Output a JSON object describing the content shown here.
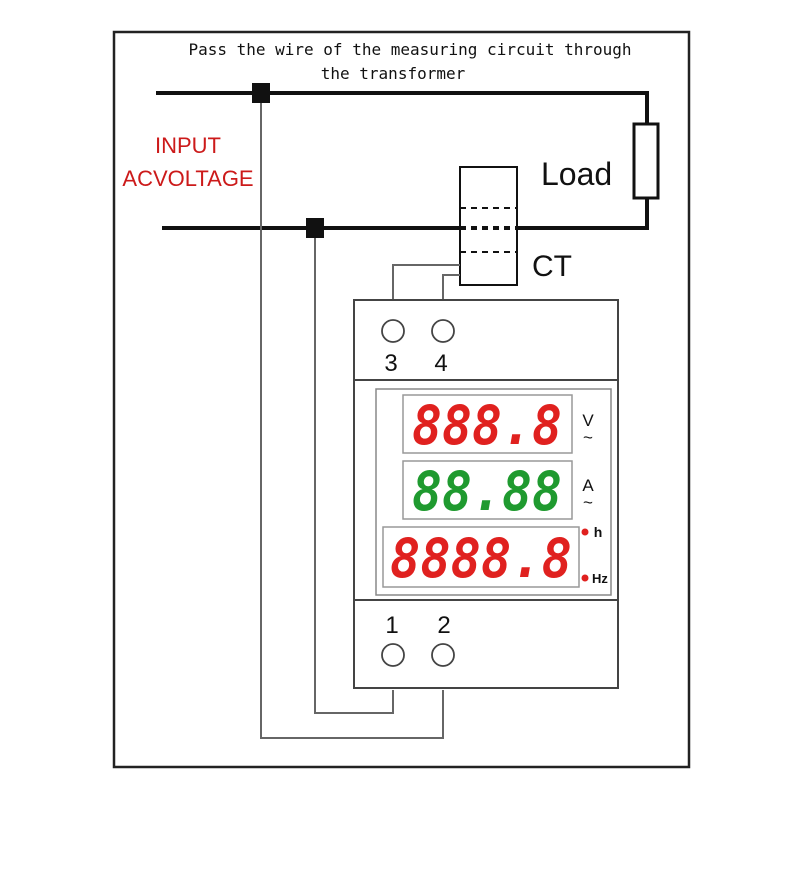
{
  "instruction": {
    "line1": "Pass the wire of the measuring circuit through",
    "line2": "the transformer"
  },
  "input_label": {
    "line1": "INPUT",
    "line2": "ACVOLTAGE"
  },
  "load_label": "Load",
  "ct_label": "CT",
  "terminals": {
    "top": [
      "3",
      "4"
    ],
    "bottom": [
      "1",
      "2"
    ]
  },
  "displays": {
    "voltage": {
      "digits": "888.8",
      "unit": "V",
      "unit_symbol": "~"
    },
    "current": {
      "digits": "88.88",
      "unit": "A",
      "unit_symbol": "~"
    },
    "energy": {
      "digits": "8888.8",
      "unit_top": "h",
      "unit_bottom": "Hz"
    }
  },
  "colors": {
    "wire": "#111111",
    "input_label": "#cc1a1a",
    "segment_red": "#e0211f",
    "segment_green": "#1f9a2f",
    "indicator_dot": "#e0211f",
    "frame": "#222222",
    "device_border": "#444444",
    "thin_wire": "#666666"
  }
}
